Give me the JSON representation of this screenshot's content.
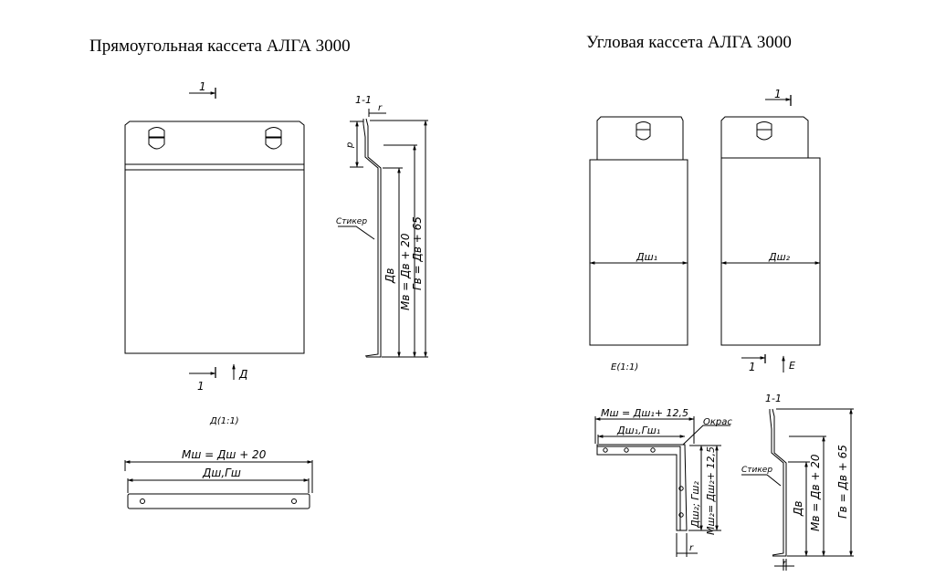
{
  "titles": {
    "rect": "Прямоугольная кассета АЛГА 3000",
    "corner": "Угловая кассета АЛГА 3000"
  },
  "rect": {
    "section_mark": "1",
    "section_name": "1-1",
    "dim_r": "r",
    "dim_p": "p",
    "sticker": "Стикер",
    "dim_dv": "Дв",
    "dim_mv": "Мв = Дв + 20",
    "dim_gv": "Гв = Дв + 65",
    "view_d": "Д",
    "view_d_name": "Д(1:1)",
    "dim_msh": "Мш = Дш + 20",
    "dim_dsh": "Дш,Гш"
  },
  "corner": {
    "section_mark": "1",
    "dim_dsh1": "Дш₁",
    "dim_dsh2": "Дш₂",
    "view_e": "Е",
    "view_e_name": "Е(1:1)",
    "dim_msh": "Мш = Дш₁+ 12,5",
    "dim_dsh": "Дш₁,Гш₁",
    "paint": "Окрас",
    "dim_dsh2_g": "Дш₂; Гш₂",
    "dim_msh2": "Мш₂= Дш₂+ 12,5",
    "dim_r": "r",
    "section_name": "1-1",
    "sticker": "Стикер",
    "dim_dv": "Дв",
    "dim_mv": "Мв = Дв + 20",
    "dim_gv": "Гв = Дв + 65"
  }
}
